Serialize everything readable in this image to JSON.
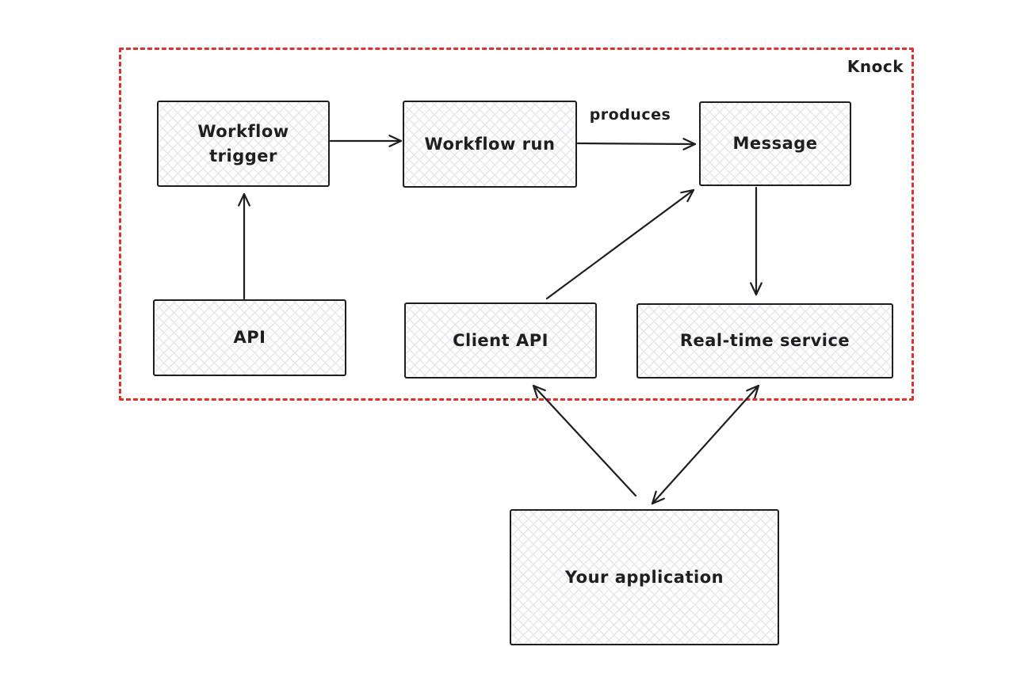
{
  "diagram": {
    "container_label": "Knock",
    "nodes": [
      {
        "id": "workflow-trigger",
        "label": "Workflow\ntrigger"
      },
      {
        "id": "workflow-run",
        "label": "Workflow run"
      },
      {
        "id": "message",
        "label": "Message"
      },
      {
        "id": "api",
        "label": "API"
      },
      {
        "id": "client-api",
        "label": "Client API"
      },
      {
        "id": "realtime-service",
        "label": "Real-time service"
      },
      {
        "id": "your-application",
        "label": "Your application"
      }
    ],
    "edges": [
      {
        "from": "workflow-trigger",
        "to": "workflow-run",
        "label": "",
        "bidirectional": false
      },
      {
        "from": "workflow-run",
        "to": "message",
        "label": "produces",
        "bidirectional": false
      },
      {
        "from": "api",
        "to": "workflow-trigger",
        "label": "",
        "bidirectional": false
      },
      {
        "from": "client-api",
        "to": "message",
        "label": "",
        "bidirectional": false
      },
      {
        "from": "message",
        "to": "realtime-service",
        "label": "",
        "bidirectional": false
      },
      {
        "from": "your-application",
        "to": "client-api",
        "label": "",
        "bidirectional": false
      },
      {
        "from": "your-application",
        "to": "realtime-service",
        "label": "",
        "bidirectional": true
      }
    ],
    "colors": {
      "stroke": "#1e1e1e",
      "box_fill": "#fdfdfe",
      "hatch": "#e4e7eb",
      "boundary": "#e03131",
      "text": "#1e1e1e"
    }
  }
}
